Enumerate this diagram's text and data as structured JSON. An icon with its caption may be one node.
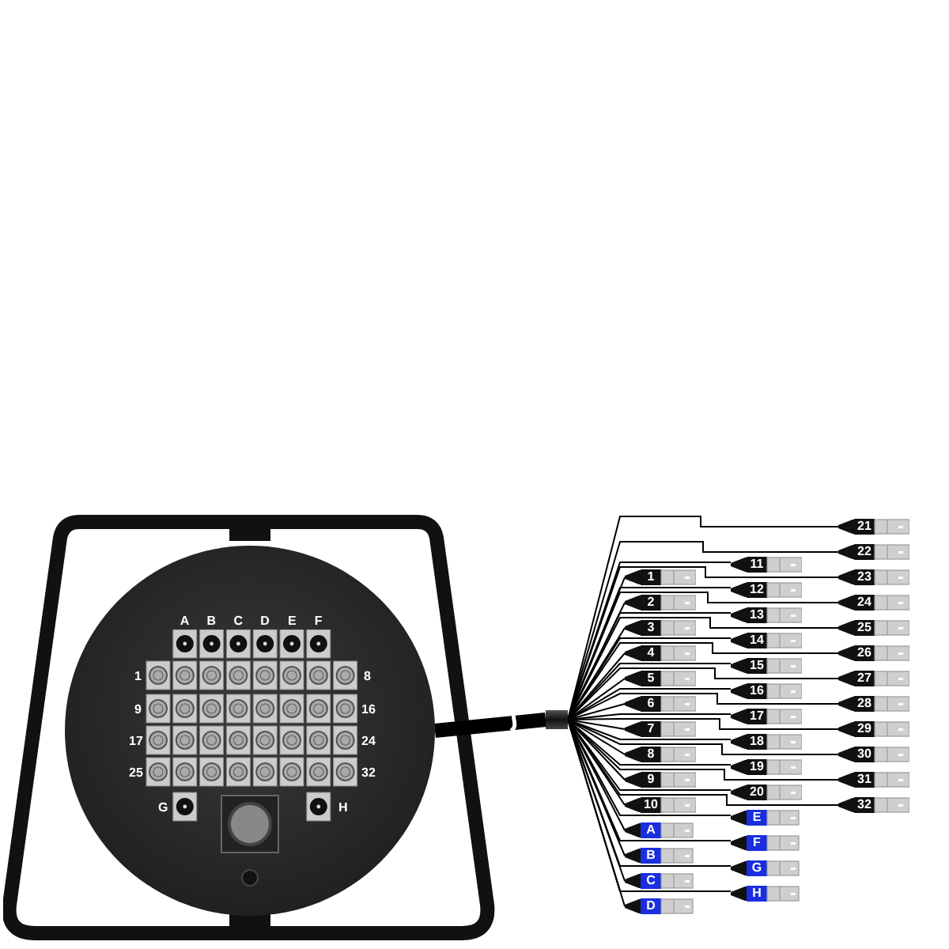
{
  "diagram": {
    "nodes": [
      {
        "text": [],
        "shape": "circle"
      },
      {
        "text": [],
        "shape": "bar"
      },
      {
        "text": [
          "1"
        ]
      },
      {
        "text": [
          "2"
        ]
      },
      {
        "text": [
          "3"
        ]
      },
      {
        "text": [
          "4"
        ]
      },
      {
        "text": [
          "5"
        ]
      },
      {
        "text": [
          "6"
        ]
      },
      {
        "text": [
          "7"
        ]
      },
      {
        "text": [
          "8"
        ]
      },
      {
        "text": [
          "9"
        ]
      },
      {
        "text": [
          "10"
        ]
      },
      {
        "text": [
          "A"
        ]
      },
      {
        "text": [
          "B"
        ]
      },
      {
        "text": [
          "C"
        ]
      },
      {
        "text": [
          "D"
        ]
      },
      {
        "text": [
          "11"
        ]
      },
      {
        "text": [
          "12"
        ]
      },
      {
        "text": [
          "13"
        ]
      },
      {
        "text": [
          "14"
        ]
      },
      {
        "text": [
          "15"
        ]
      },
      {
        "text": [
          "16"
        ]
      },
      {
        "text": [
          "17"
        ]
      },
      {
        "text": [
          "18"
        ]
      },
      {
        "text": [
          "19"
        ]
      },
      {
        "text": [
          "20"
        ]
      },
      {
        "text": [
          "E"
        ]
      },
      {
        "text": [
          "F"
        ]
      },
      {
        "text": [
          "G"
        ]
      },
      {
        "text": [
          "H"
        ]
      },
      {
        "text": [
          "21"
        ]
      },
      {
        "text": [
          "22"
        ]
      },
      {
        "text": [
          "23"
        ]
      },
      {
        "text": [
          "24"
        ]
      },
      {
        "text": [
          "25"
        ]
      },
      {
        "text": [
          "26"
        ]
      },
      {
        "text": [
          "27"
        ]
      },
      {
        "text": [
          "28"
        ]
      },
      {
        "text": [
          "29"
        ]
      },
      {
        "text": [
          "30"
        ]
      },
      {
        "text": [
          "31"
        ]
      },
      {
        "text": [
          "32"
        ]
      }
    ],
    "edges": [
      {
        "from": 0,
        "to": 1,
        "arrow": "none",
        "style": "thick"
      },
      {
        "from": 1,
        "to": 2,
        "arrow": "none"
      },
      {
        "from": 1,
        "to": 3,
        "arrow": "none"
      },
      {
        "from": 1,
        "to": 4,
        "arrow": "none"
      },
      {
        "from": 1,
        "to": 5,
        "arrow": "none"
      },
      {
        "from": 1,
        "to": 6,
        "arrow": "none"
      },
      {
        "from": 1,
        "to": 7,
        "arrow": "none"
      },
      {
        "from": 1,
        "to": 8,
        "arrow": "none"
      },
      {
        "from": 1,
        "to": 9,
        "arrow": "none"
      },
      {
        "from": 1,
        "to": 10,
        "arrow": "none"
      },
      {
        "from": 1,
        "to": 11,
        "arrow": "none"
      },
      {
        "from": 1,
        "to": 12,
        "arrow": "none"
      },
      {
        "from": 1,
        "to": 13,
        "arrow": "none"
      },
      {
        "from": 1,
        "to": 14,
        "arrow": "none"
      },
      {
        "from": 1,
        "to": 15,
        "arrow": "none"
      },
      {
        "from": 1,
        "to": 16,
        "arrow": "none"
      },
      {
        "from": 1,
        "to": 17,
        "arrow": "none"
      },
      {
        "from": 1,
        "to": 18,
        "arrow": "none"
      },
      {
        "from": 1,
        "to": 19,
        "arrow": "none"
      },
      {
        "from": 1,
        "to": 20,
        "arrow": "none"
      },
      {
        "from": 1,
        "to": 21,
        "arrow": "none"
      },
      {
        "from": 1,
        "to": 22,
        "arrow": "none"
      },
      {
        "from": 1,
        "to": 23,
        "arrow": "none"
      },
      {
        "from": 1,
        "to": 24,
        "arrow": "none"
      },
      {
        "from": 1,
        "to": 25,
        "arrow": "none"
      },
      {
        "from": 1,
        "to": 26,
        "arrow": "none"
      },
      {
        "from": 1,
        "to": 27,
        "arrow": "none"
      },
      {
        "from": 1,
        "to": 28,
        "arrow": "none"
      },
      {
        "from": 1,
        "to": 29,
        "arrow": "none"
      },
      {
        "from": 1,
        "to": 30,
        "arrow": "none"
      },
      {
        "from": 1,
        "to": 31,
        "arrow": "none"
      },
      {
        "from": 1,
        "to": 32,
        "arrow": "none"
      },
      {
        "from": 1,
        "to": 33,
        "arrow": "none"
      },
      {
        "from": 1,
        "to": 34,
        "arrow": "none"
      },
      {
        "from": 1,
        "to": 35,
        "arrow": "none"
      },
      {
        "from": 1,
        "to": 36,
        "arrow": "none"
      },
      {
        "from": 1,
        "to": 37,
        "arrow": "none"
      },
      {
        "from": 1,
        "to": 38,
        "arrow": "none"
      },
      {
        "from": 1,
        "to": 39,
        "arrow": "none"
      },
      {
        "from": 1,
        "to": 40,
        "arrow": "none"
      },
      {
        "from": 1,
        "to": 41,
        "arrow": "none"
      }
    ],
    "labels": [
      "A",
      "B",
      "C",
      "D",
      "E",
      "F",
      "1",
      "8",
      "9",
      "16",
      "17",
      "24",
      "25",
      "32",
      "G",
      "H"
    ]
  }
}
